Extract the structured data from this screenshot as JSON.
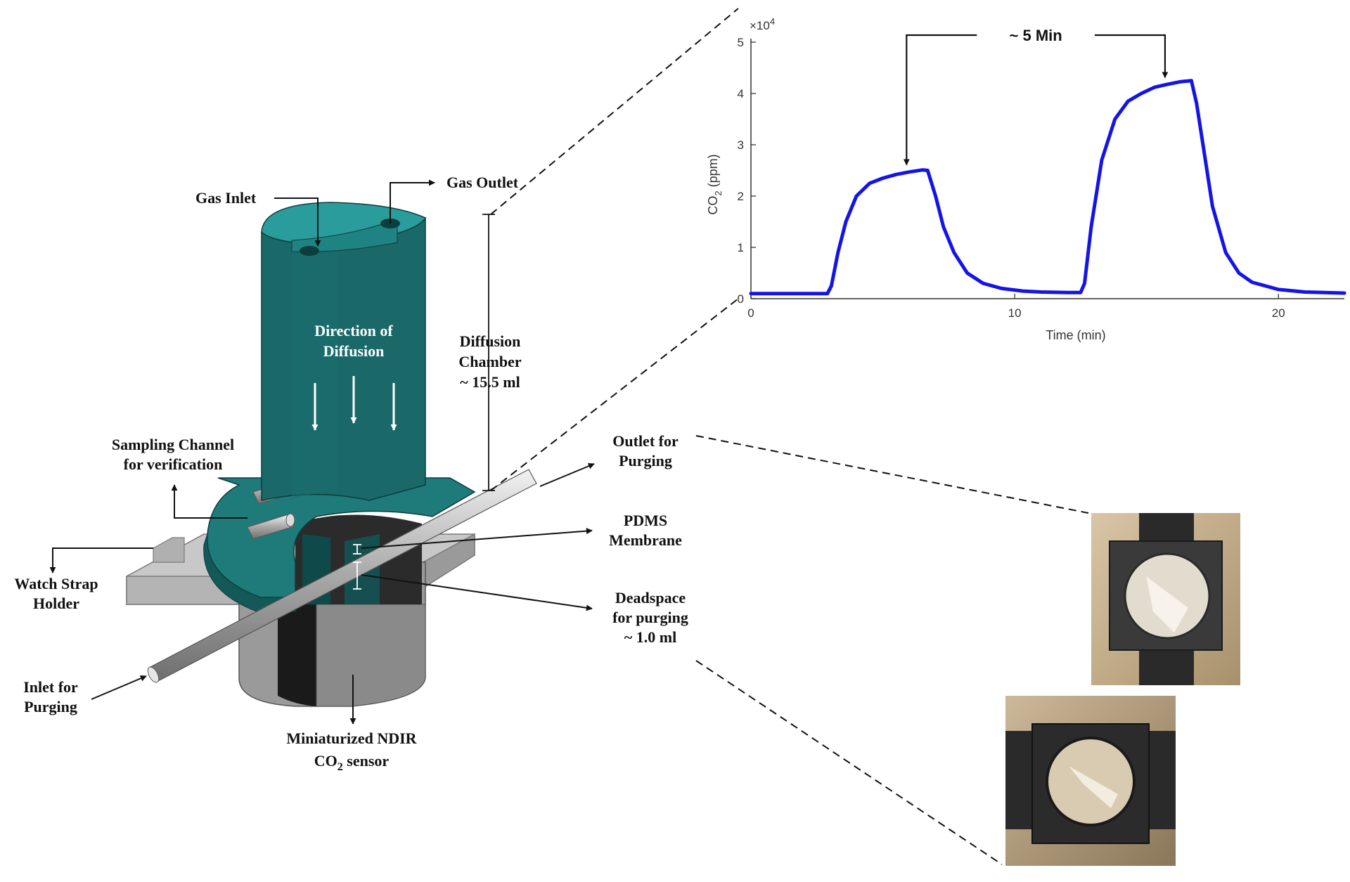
{
  "labels": {
    "gas_inlet": "Gas Inlet",
    "gas_outlet": "Gas Outlet",
    "direction_1": "Direction of",
    "direction_2": "Diffusion",
    "chamber_1": "Diffusion",
    "chamber_2": "Chamber",
    "chamber_3": "~ 15.5 ml",
    "sampling_1": "Sampling Channel",
    "sampling_2": "for verification",
    "outlet_1": "Outlet for",
    "outlet_2": "Purging",
    "pdms_1": "PDMS",
    "pdms_2": "Membrane",
    "dead_1": "Deadspace",
    "dead_2": "for purging",
    "dead_3": "~ 1.0 ml",
    "strap_1": "Watch Strap",
    "strap_2": "Holder",
    "inlet_1": "Inlet for",
    "inlet_2": "Purging",
    "sensor_1": "Miniaturized NDIR",
    "sensor_2a": "CO",
    "sensor_2sub": "2",
    "sensor_2b": " sensor",
    "annotation": "~ 5 Min"
  },
  "colors": {
    "teal": "#1a6868",
    "teal_top": "#2a9c9c",
    "grey": "#c4c4c4",
    "curve": "#1414e6"
  },
  "chart_data": {
    "type": "line",
    "x": [
      0,
      1,
      2,
      2.9,
      3.05,
      3.3,
      3.6,
      4.0,
      4.5,
      5.0,
      5.5,
      6.0,
      6.5,
      6.7,
      7.0,
      7.3,
      7.7,
      8.2,
      8.8,
      9.5,
      10.3,
      11.0,
      12.0,
      12.5,
      12.65,
      12.9,
      13.3,
      13.8,
      14.3,
      14.8,
      15.3,
      15.8,
      16.3,
      16.7,
      16.9,
      17.2,
      17.5,
      18.0,
      18.5,
      19.0,
      20.0,
      21.0,
      22.5
    ],
    "series": [
      {
        "values": [
          1000,
          1000,
          1000,
          1000,
          2500,
          9000,
          15000,
          20000,
          22500,
          23500,
          24200,
          24700,
          25100,
          25000,
          20000,
          14000,
          9000,
          5000,
          3000,
          2000,
          1500,
          1300,
          1200,
          1200,
          3000,
          14000,
          27000,
          35000,
          38500,
          40000,
          41200,
          41800,
          42300,
          42500,
          38000,
          28000,
          18000,
          9000,
          5000,
          3200,
          1800,
          1300,
          1100
        ]
      }
    ],
    "xlabel": "Time (min)",
    "ylabel": "CO",
    "ylabel_sub": "2",
    "ylabel_unit": " (ppm)",
    "exponent_label": "×10",
    "exponent_power": "4",
    "xlim": [
      0,
      22.5
    ],
    "ylim": [
      0,
      50000
    ],
    "xticks": [
      0,
      10,
      20
    ],
    "xtick_labels": [
      "0",
      "10",
      "20"
    ],
    "yticks": [
      0,
      10000,
      20000,
      30000,
      40000,
      50000
    ],
    "ytick_labels": [
      "0",
      "1",
      "2",
      "3",
      "4",
      "5"
    ],
    "grid": false
  }
}
